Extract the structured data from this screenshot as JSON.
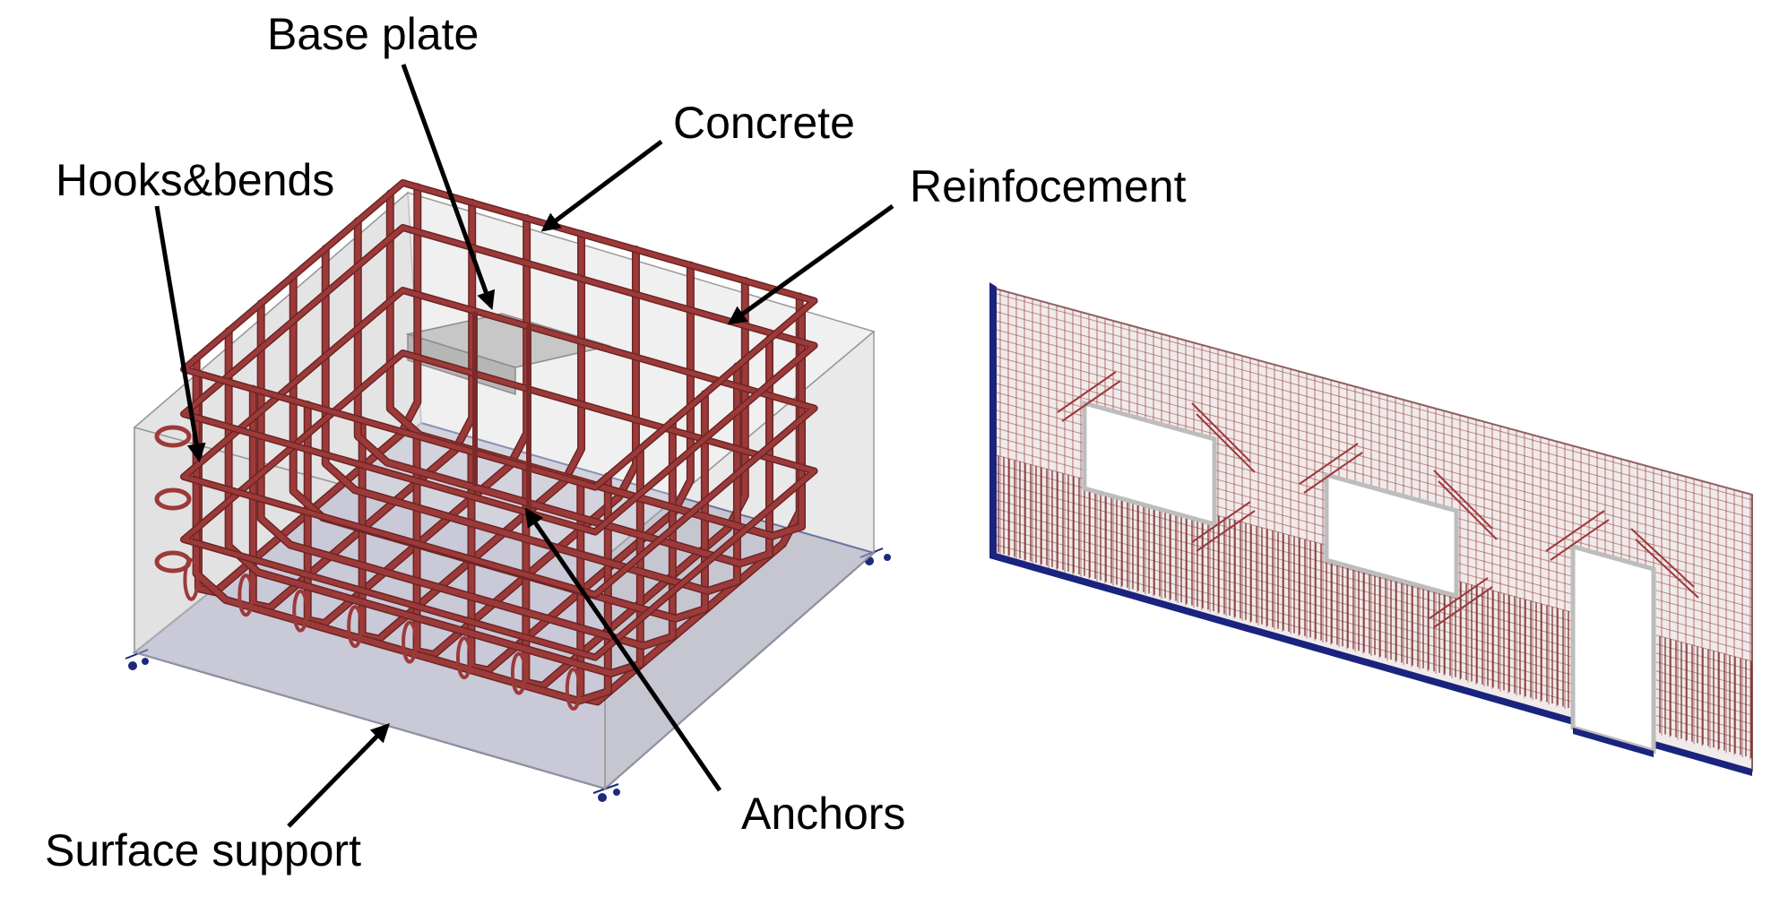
{
  "labels": {
    "base_plate": "Base plate",
    "concrete": "Concrete",
    "hooks_bends": "Hooks&bends",
    "reinforcement": "Reinfocement",
    "anchors": "Anchors",
    "surface_support": "Surface support"
  },
  "colors": {
    "rebar": "#9c3a3a",
    "rebar_dark": "#6e2424",
    "concrete": "#d9d9d9",
    "support": "#a9a9c6",
    "support_edge": "#1d2a7a",
    "arrow": "#000000",
    "wall_base": "#1a237e"
  }
}
